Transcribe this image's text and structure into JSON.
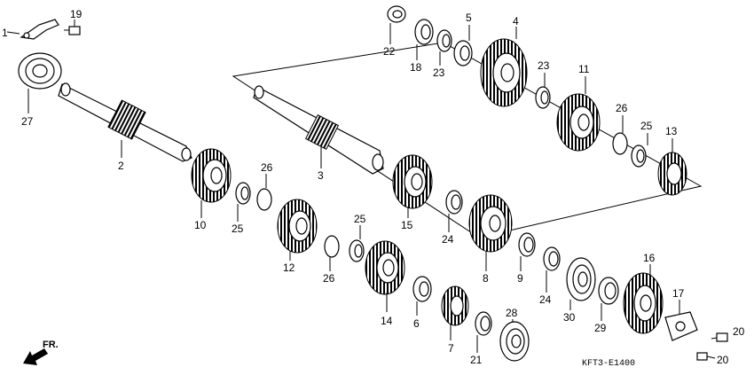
{
  "diagram_code": "KFT3-E1400",
  "direction_label": "FR.",
  "labels": {
    "p1": "1",
    "p19": "19",
    "p27": "27",
    "p2": "2",
    "p10": "10",
    "p25a": "25",
    "p26a": "26",
    "p12": "12",
    "p26b": "26",
    "p25b": "25",
    "p3": "3",
    "p15": "15",
    "p24a": "24",
    "p14": "14",
    "p6": "6",
    "p7": "7",
    "p21": "21",
    "p28": "28",
    "p8": "8",
    "p9": "9",
    "p24b": "24",
    "p30": "30",
    "p29": "29",
    "p16": "16",
    "p17": "17",
    "p20a": "20",
    "p20b": "20",
    "p22": "22",
    "p18": "18",
    "p23a": "23",
    "p5": "5",
    "p4": "4",
    "p23b": "23",
    "p11": "11",
    "p26c": "26",
    "p25c": "25",
    "p13": "13"
  }
}
